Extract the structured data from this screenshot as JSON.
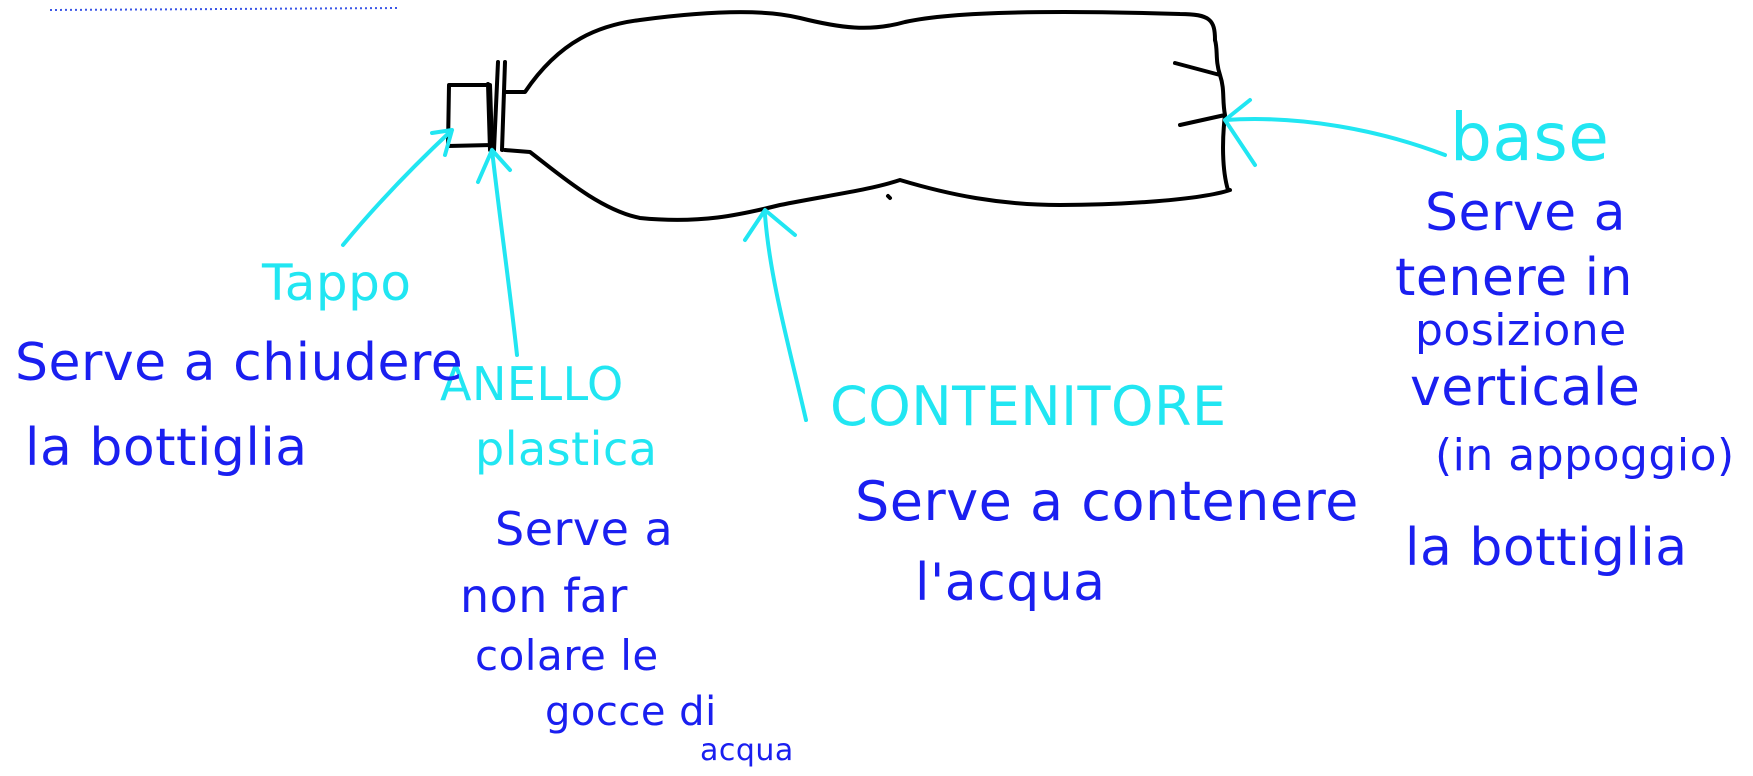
{
  "colors": {
    "label_cyan": "#21e6f2",
    "description_blue": "#1a1ff0",
    "bottle_outline": "#000000",
    "dotted_rule": "#3b56e6"
  },
  "parts": {
    "tappo": {
      "label": "Tappo",
      "description": [
        "Serve a chiudere",
        "la bottiglia"
      ]
    },
    "anello": {
      "label": [
        "ANELLO",
        "plastica"
      ],
      "description": [
        "Serve a",
        "non far",
        "colare le",
        "gocce di",
        "acqua"
      ]
    },
    "contenitore": {
      "label": "CONTENITORE",
      "description": [
        "Serve a contenere",
        "l'acqua"
      ]
    },
    "base": {
      "label": "base",
      "description": [
        "Serve a",
        "tenere in",
        "posizione",
        "verticale",
        "(in appoggio)",
        "la bottiglia"
      ]
    }
  }
}
